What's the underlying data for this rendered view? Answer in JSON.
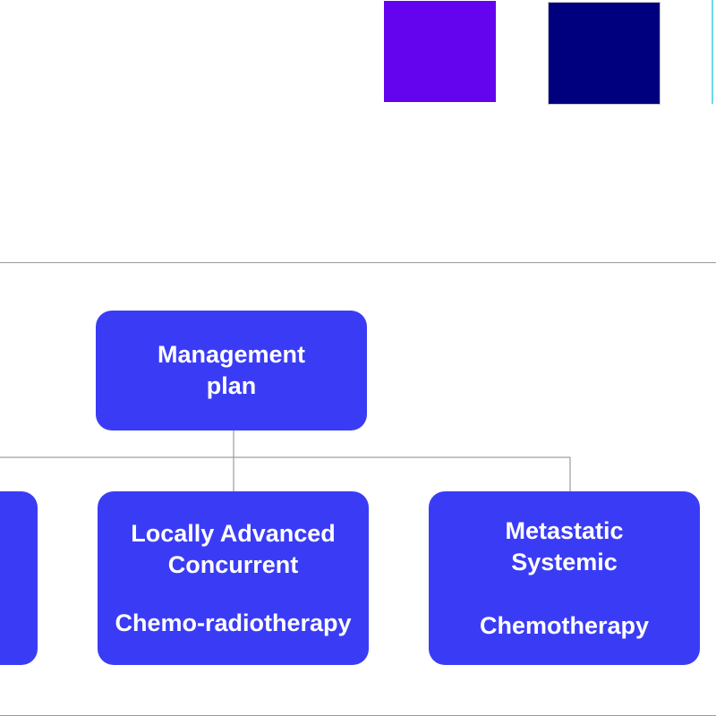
{
  "colors": {
    "node_fill": "#3a3cf5",
    "swatch_violet": "#6404ee",
    "swatch_navy": "#00007f",
    "connector": "#8a8a8a"
  },
  "swatches": [
    "#6404ee",
    "#00007f",
    "#ffffff"
  ],
  "diagram": {
    "root": {
      "line1": "Management",
      "line2": "plan"
    },
    "children": [
      {
        "line1": "",
        "line2": "",
        "line3": ""
      },
      {
        "line1": "Locally Advanced",
        "line2": "Concurrent",
        "line3": "Chemo-radiotherapy"
      },
      {
        "line1": "Metastatic",
        "line2": "Systemic",
        "line3": "Chemotherapy"
      }
    ]
  }
}
